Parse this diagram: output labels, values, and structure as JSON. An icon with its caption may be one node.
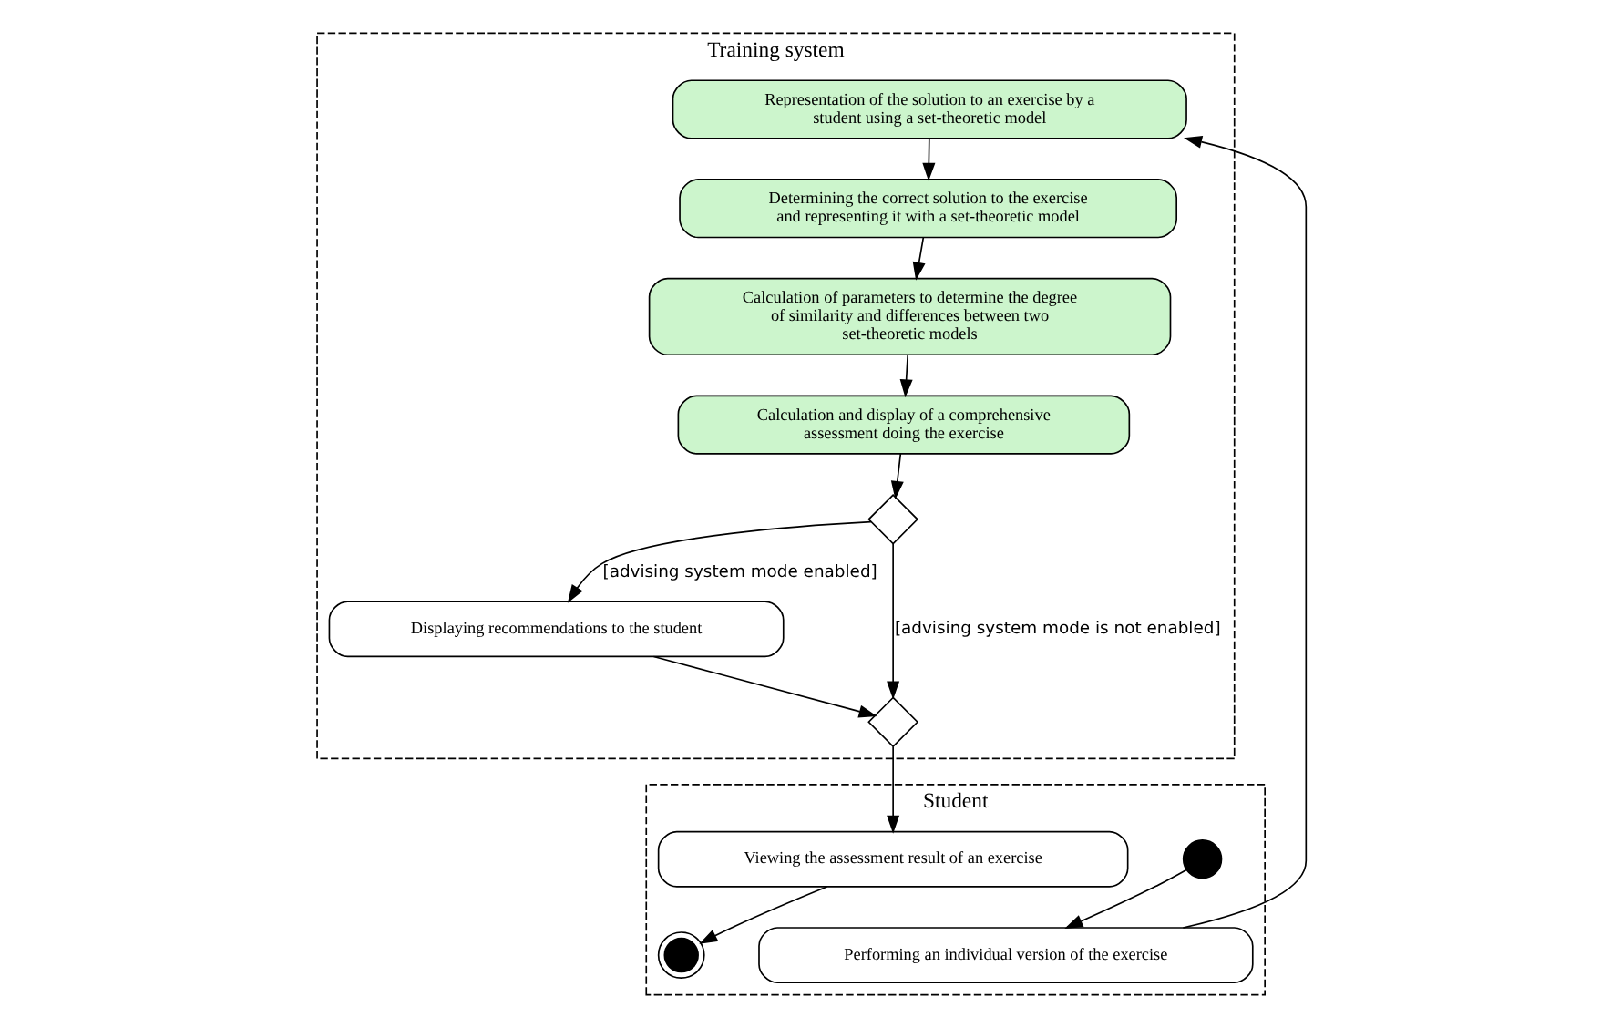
{
  "diagram": {
    "nodes": [
      {
        "text": [
          "Student"
        ]
      },
      {
        "text": [
          "Training system"
        ]
      },
      {
        "text": [],
        "shape": "circle",
        "in": 0
      },
      {
        "text": [
          "Performing an individual version of the exercise"
        ],
        "in": 0
      },
      {
        "text": [
          "Viewing the assessment result of an exercise"
        ],
        "in": 0
      },
      {
        "text": [],
        "shape": "circle",
        "in": 0
      },
      {
        "text": [
          "Representation of the solution to an exercise by a student using a set-theoretic model"
        ],
        "in": 1
      },
      {
        "text": [
          "Determining the correct solution to the exercise and representing it with a set-theoretic model"
        ],
        "in": 1
      },
      {
        "text": [
          "Calculation of parameters to determine the degree of similarity and differences between two set-theoretic models"
        ],
        "in": 1
      },
      {
        "text": [
          "Calculation and display of a comprehensive assessment doing the exercise"
        ],
        "in": 1
      },
      {
        "text": [],
        "shape": "diamond",
        "in": 1
      },
      {
        "text": [
          "Displaying recommendations to the student"
        ],
        "in": 1
      },
      {
        "text": [],
        "shape": "diamond",
        "in": 1
      }
    ],
    "edges": [
      {
        "from": 2,
        "to": 3,
        "arrow": "to"
      },
      {
        "from": 3,
        "to": 6,
        "arrow": "to"
      },
      {
        "from": 6,
        "to": 7,
        "arrow": "to"
      },
      {
        "from": 7,
        "to": 8,
        "arrow": "to"
      },
      {
        "from": 8,
        "to": 9,
        "arrow": "to"
      },
      {
        "from": 9,
        "to": 10,
        "arrow": "to"
      },
      {
        "from": 10,
        "to": 12,
        "arrow": "to",
        "label": "[advising system mode is not enabled]"
      },
      {
        "from": 10,
        "to": 11,
        "arrow": "to",
        "label": "[advising system mode enabled]"
      },
      {
        "from": 11,
        "to": 12,
        "arrow": "to"
      },
      {
        "from": 12,
        "to": 4,
        "arrow": "to"
      },
      {
        "from": 4,
        "to": 5,
        "arrow": "to"
      }
    ]
  }
}
